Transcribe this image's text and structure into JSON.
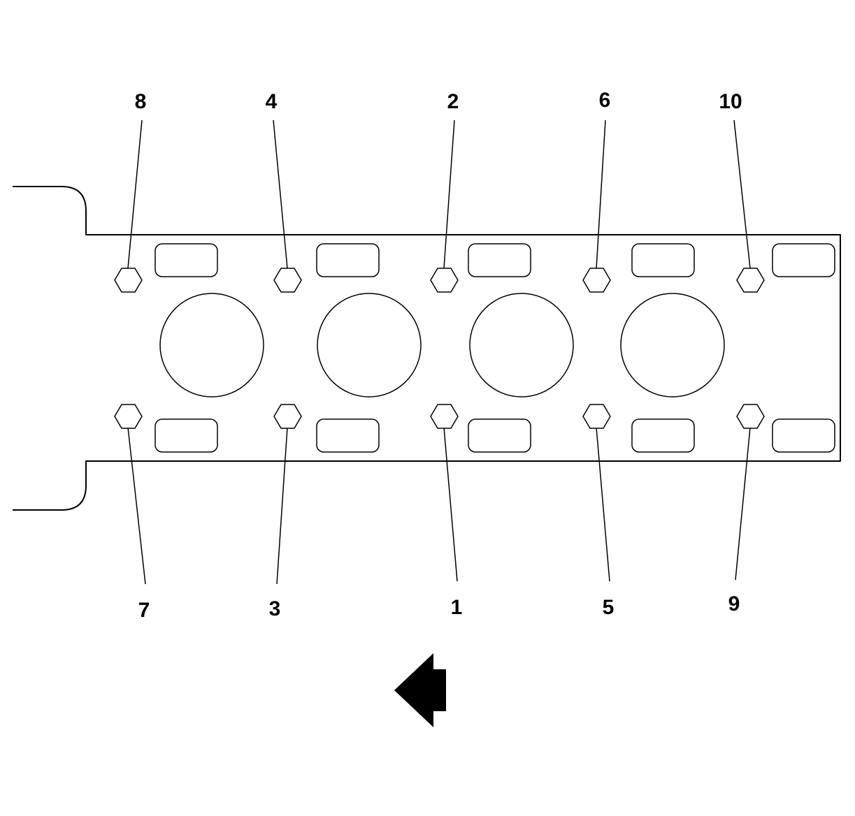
{
  "callouts": {
    "b1": "1",
    "b2": "2",
    "b3": "3",
    "b4": "4",
    "b5": "5",
    "b6": "6",
    "b7": "7",
    "b8": "8",
    "b9": "9",
    "b10": "10"
  },
  "colors": {
    "line": "#000000",
    "background": "#ffffff"
  },
  "icons": {
    "direction_arrow": "arrow-left-icon"
  }
}
